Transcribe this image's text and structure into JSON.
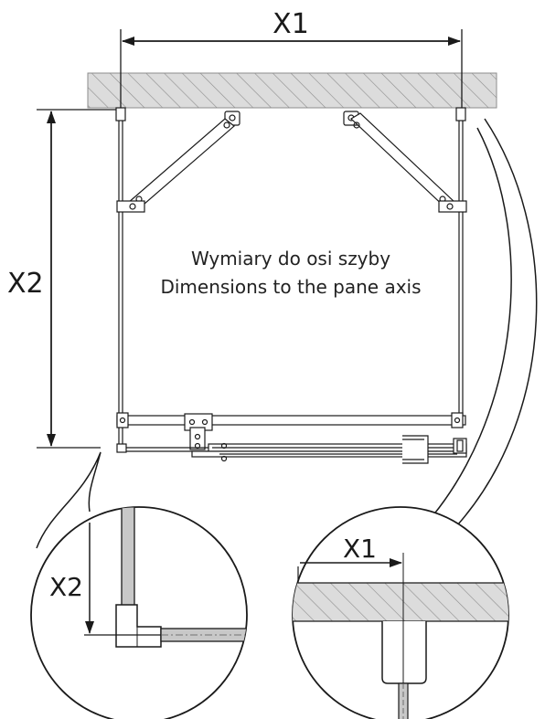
{
  "diagram": {
    "labels": {
      "width_dim": "X1",
      "height_dim": "X2",
      "detail_left_dim": "X2",
      "detail_right_dim": "X1"
    },
    "note": {
      "line1": "Wymiary do osi szyby",
      "line2": "Dimensions to the pane axis"
    },
    "colors": {
      "line": "#1a1a1a",
      "hatch_fill": "#d9d9d9",
      "hatch_stroke": "#8c8c8c",
      "glass": "#bdbdbd"
    }
  }
}
